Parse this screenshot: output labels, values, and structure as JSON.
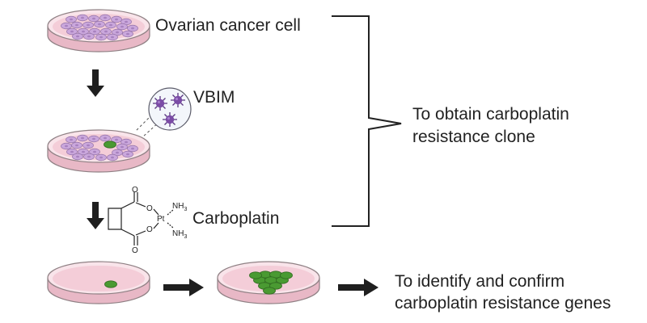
{
  "labels": {
    "ovarian_cancer_cell": "Ovarian cancer cell",
    "vbim": "VBIM",
    "carboplatin": "Carboplatin",
    "obtain_line1": "To obtain carboplatin",
    "obtain_line2": "resistance clone",
    "identify_line1": "To identify and confirm",
    "identify_line2": "carboplatin resistance genes"
  },
  "molecule": {
    "o_top": "O",
    "o_right_top": "O",
    "o_right_bottom": "O",
    "o_bottom": "O",
    "pt": "Pt",
    "nh3_top": "NH",
    "nh3_top_sub": "3",
    "nh3_bottom": "NH",
    "nh3_bottom_sub": "3"
  },
  "colors": {
    "dish_fill": "#f6d3dc",
    "dish_rim": "#f9e6ea",
    "dish_edge": "#9a8a8e",
    "cancer_cell": "#c9a6da",
    "cancer_cell_edge": "#9c7bb0",
    "resistant_cell": "#3f8f2a",
    "virus": "#7a4aa0",
    "arrow": "#1f1f1f",
    "bracket": "#222222"
  }
}
